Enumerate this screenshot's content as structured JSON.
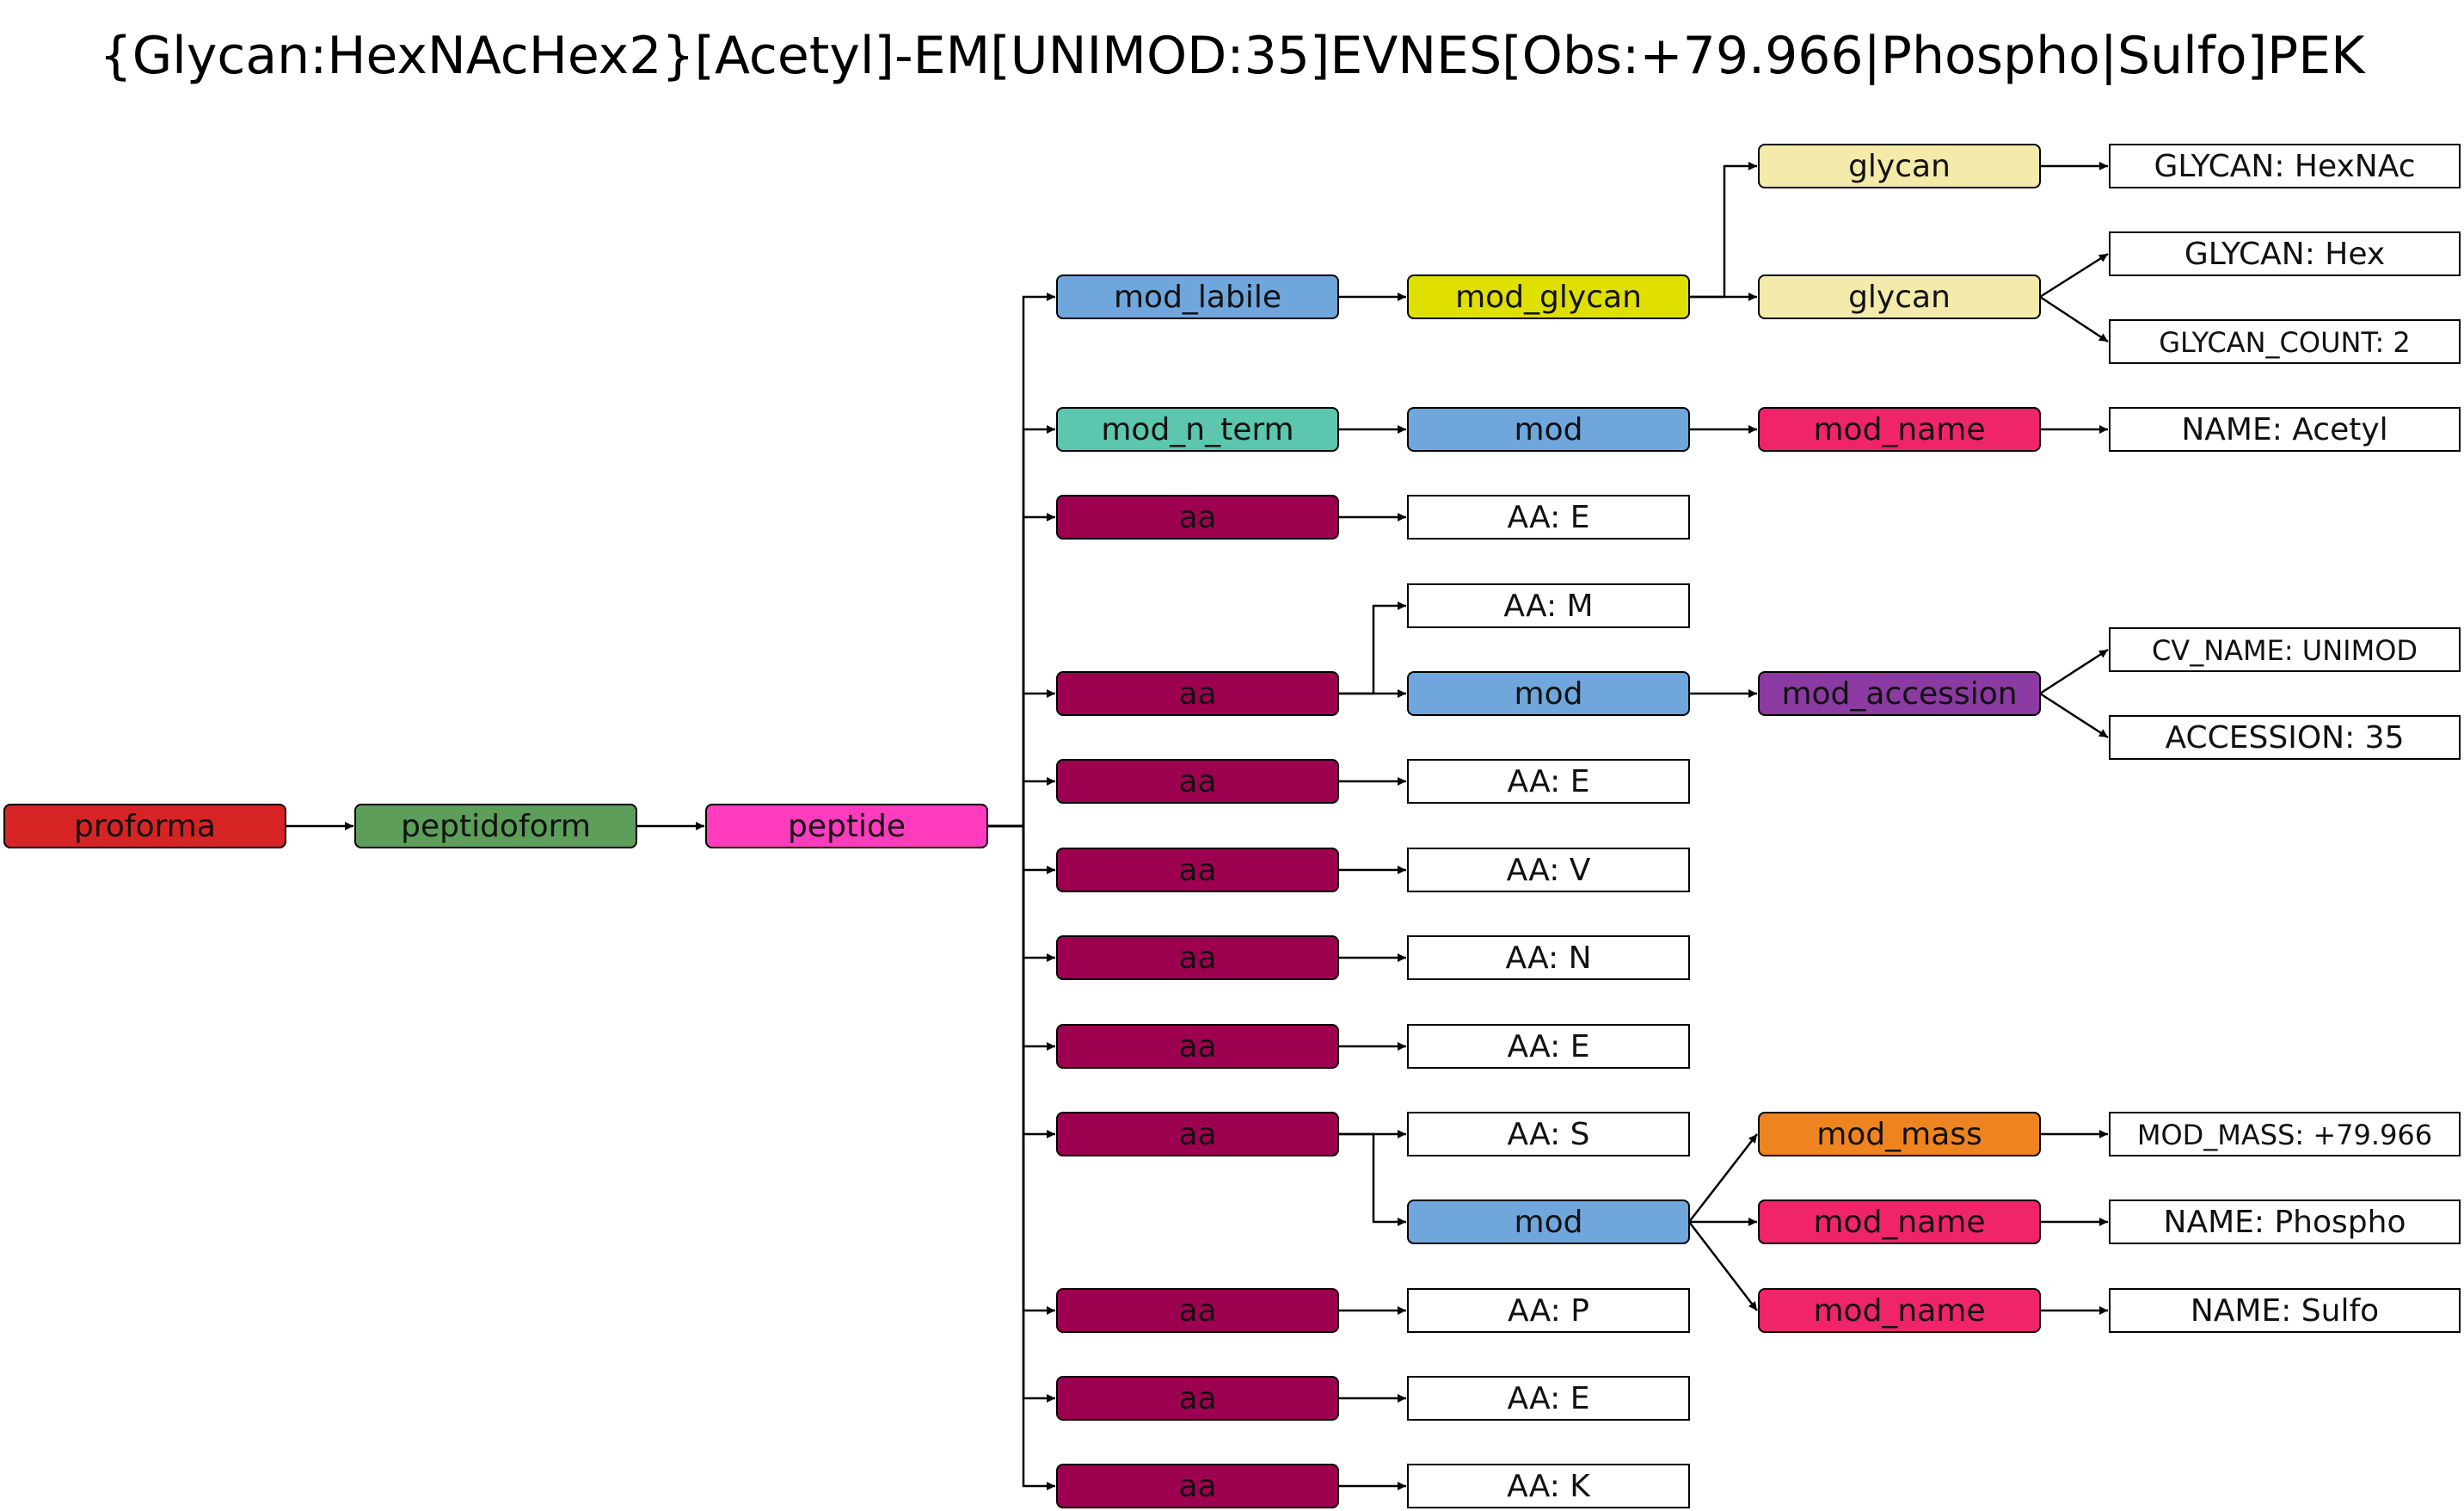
{
  "title": "{Glycan:HexNAcHex2}[Acetyl]-EM[UNIMOD:35]EVNES[Obs:+79.966|Phospho|Sulfo]PEK",
  "colors": {
    "proforma": "#d62424",
    "peptidoform": "#5c9e5a",
    "peptide": "#ff3cbe",
    "mod_labile": "#6fa6dc",
    "mod_glycan": "#dfe000",
    "glycan": "#f4eaaa",
    "mod_n_term": "#5cc6ae",
    "mod": "#6fa6dc",
    "mod_name": "#f0246a",
    "aa": "#9e0050",
    "mod_accession": "#8a3aa0",
    "mod_mass": "#ee8420",
    "leaf": "#ffffff"
  },
  "nodes": [
    {
      "id": "proforma",
      "label": "proforma",
      "kind": "proforma"
    },
    {
      "id": "peptidoform",
      "label": "peptidoform",
      "kind": "peptidoform"
    },
    {
      "id": "peptide",
      "label": "peptide",
      "kind": "peptide"
    },
    {
      "id": "mod_labile",
      "label": "mod_labile",
      "kind": "mod_labile"
    },
    {
      "id": "mod_glycan",
      "label": "mod_glycan",
      "kind": "mod_glycan"
    },
    {
      "id": "glycan1",
      "label": "glycan",
      "kind": "glycan"
    },
    {
      "id": "glycan2",
      "label": "glycan",
      "kind": "glycan"
    },
    {
      "id": "leaf_hexnac",
      "label": "GLYCAN: HexNAc",
      "kind": "leaf"
    },
    {
      "id": "leaf_hex",
      "label": "GLYCAN: Hex",
      "kind": "leaf"
    },
    {
      "id": "leaf_count",
      "label": "GLYCAN_COUNT: 2",
      "kind": "leaf"
    },
    {
      "id": "mod_n_term",
      "label": "mod_n_term",
      "kind": "mod_n_term"
    },
    {
      "id": "mod_nterm",
      "label": "mod",
      "kind": "mod"
    },
    {
      "id": "mod_name_acetyl",
      "label": "mod_name",
      "kind": "mod_name"
    },
    {
      "id": "leaf_acetyl",
      "label": "NAME: Acetyl",
      "kind": "leaf"
    },
    {
      "id": "aa1",
      "label": "aa",
      "kind": "aa"
    },
    {
      "id": "leaf_aa1",
      "label": "AA: E",
      "kind": "leaf"
    },
    {
      "id": "aa2",
      "label": "aa",
      "kind": "aa"
    },
    {
      "id": "leaf_aa2",
      "label": "AA: M",
      "kind": "leaf"
    },
    {
      "id": "mod_m",
      "label": "mod",
      "kind": "mod"
    },
    {
      "id": "mod_accession",
      "label": "mod_accession",
      "kind": "mod_accession"
    },
    {
      "id": "leaf_cv",
      "label": "CV_NAME: UNIMOD",
      "kind": "leaf"
    },
    {
      "id": "leaf_acc",
      "label": "ACCESSION: 35",
      "kind": "leaf"
    },
    {
      "id": "aa3",
      "label": "aa",
      "kind": "aa"
    },
    {
      "id": "leaf_aa3",
      "label": "AA: E",
      "kind": "leaf"
    },
    {
      "id": "aa4",
      "label": "aa",
      "kind": "aa"
    },
    {
      "id": "leaf_aa4",
      "label": "AA: V",
      "kind": "leaf"
    },
    {
      "id": "aa5",
      "label": "aa",
      "kind": "aa"
    },
    {
      "id": "leaf_aa5",
      "label": "AA: N",
      "kind": "leaf"
    },
    {
      "id": "aa6",
      "label": "aa",
      "kind": "aa"
    },
    {
      "id": "leaf_aa6",
      "label": "AA: E",
      "kind": "leaf"
    },
    {
      "id": "aa7",
      "label": "aa",
      "kind": "aa"
    },
    {
      "id": "leaf_aa7",
      "label": "AA: S",
      "kind": "leaf"
    },
    {
      "id": "mod_s",
      "label": "mod",
      "kind": "mod"
    },
    {
      "id": "mod_mass",
      "label": "mod_mass",
      "kind": "mod_mass"
    },
    {
      "id": "leaf_mass",
      "label": "MOD_MASS: +79.966",
      "kind": "leaf"
    },
    {
      "id": "mod_name_phospho",
      "label": "mod_name",
      "kind": "mod_name"
    },
    {
      "id": "leaf_phospho",
      "label": "NAME: Phospho",
      "kind": "leaf"
    },
    {
      "id": "mod_name_sulfo",
      "label": "mod_name",
      "kind": "mod_name"
    },
    {
      "id": "leaf_sulfo",
      "label": "NAME: Sulfo",
      "kind": "leaf"
    },
    {
      "id": "aa8",
      "label": "aa",
      "kind": "aa"
    },
    {
      "id": "leaf_aa8",
      "label": "AA: P",
      "kind": "leaf"
    },
    {
      "id": "aa9",
      "label": "aa",
      "kind": "aa"
    },
    {
      "id": "leaf_aa9",
      "label": "AA: E",
      "kind": "leaf"
    },
    {
      "id": "aa10",
      "label": "aa",
      "kind": "aa"
    },
    {
      "id": "leaf_aa10",
      "label": "AA: K",
      "kind": "leaf"
    }
  ],
  "edges": [
    [
      "proforma",
      "peptidoform"
    ],
    [
      "peptidoform",
      "peptide"
    ],
    [
      "peptide",
      "mod_labile"
    ],
    [
      "peptide",
      "mod_n_term"
    ],
    [
      "peptide",
      "aa1"
    ],
    [
      "peptide",
      "aa2"
    ],
    [
      "peptide",
      "aa3"
    ],
    [
      "peptide",
      "aa4"
    ],
    [
      "peptide",
      "aa5"
    ],
    [
      "peptide",
      "aa6"
    ],
    [
      "peptide",
      "aa7"
    ],
    [
      "peptide",
      "aa8"
    ],
    [
      "peptide",
      "aa9"
    ],
    [
      "peptide",
      "aa10"
    ],
    [
      "mod_labile",
      "mod_glycan"
    ],
    [
      "mod_glycan",
      "glycan1"
    ],
    [
      "mod_glycan",
      "glycan2"
    ],
    [
      "glycan1",
      "leaf_hexnac"
    ],
    [
      "glycan2",
      "leaf_hex"
    ],
    [
      "glycan2",
      "leaf_count"
    ],
    [
      "mod_n_term",
      "mod_nterm"
    ],
    [
      "mod_nterm",
      "mod_name_acetyl"
    ],
    [
      "mod_name_acetyl",
      "leaf_acetyl"
    ],
    [
      "aa1",
      "leaf_aa1"
    ],
    [
      "aa2",
      "leaf_aa2"
    ],
    [
      "aa2",
      "mod_m"
    ],
    [
      "mod_m",
      "mod_accession"
    ],
    [
      "mod_accession",
      "leaf_cv"
    ],
    [
      "mod_accession",
      "leaf_acc"
    ],
    [
      "aa3",
      "leaf_aa3"
    ],
    [
      "aa4",
      "leaf_aa4"
    ],
    [
      "aa5",
      "leaf_aa5"
    ],
    [
      "aa6",
      "leaf_aa6"
    ],
    [
      "aa7",
      "leaf_aa7"
    ],
    [
      "aa7",
      "mod_s"
    ],
    [
      "mod_s",
      "mod_mass"
    ],
    [
      "mod_s",
      "mod_name_phospho"
    ],
    [
      "mod_s",
      "mod_name_sulfo"
    ],
    [
      "mod_mass",
      "leaf_mass"
    ],
    [
      "mod_name_phospho",
      "leaf_phospho"
    ],
    [
      "mod_name_sulfo",
      "leaf_sulfo"
    ],
    [
      "aa8",
      "leaf_aa8"
    ],
    [
      "aa9",
      "leaf_aa9"
    ],
    [
      "aa10",
      "leaf_aa10"
    ]
  ]
}
